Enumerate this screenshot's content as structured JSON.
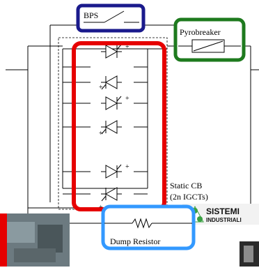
{
  "labels": {
    "bps": "BPS",
    "pyrobreaker": "Pyrobreaker",
    "static_cb_line1": "Static CB",
    "static_cb_line2": "(2n IGCTs)",
    "dump_resistor": "Dump Resistor",
    "logo_line1": "SISTEMI",
    "logo_line2": "INDUSTRIALI",
    "plus": "+"
  },
  "colors": {
    "bps_box": "#1a1a8c",
    "pyrobreaker_box": "#1e7a1e",
    "static_cb_box": "#e60000",
    "dump_resistor_box": "#3399ff",
    "photo_frame": "#e60000",
    "logo_mark": "#3aa043"
  },
  "icons": {
    "thyristor": "thyristor-symbol",
    "resistor": "zigzag-resistor-symbol",
    "switch": "open-switch-symbol",
    "fuse": "pyro-fuse-symbol",
    "logo": "three-dot-triangle-logo"
  }
}
